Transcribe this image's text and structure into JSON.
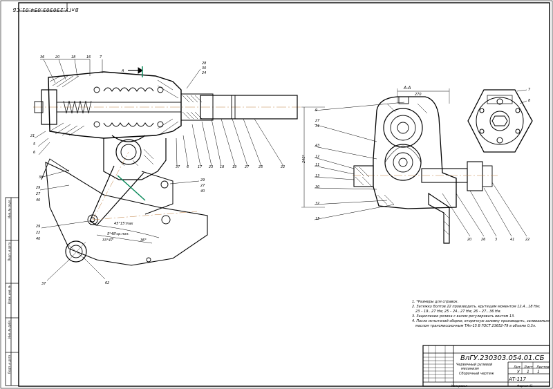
{
  "header": {
    "doc_code_rotated": "ВлГУ.230303.054.01.СБ"
  },
  "title_block": {
    "code": "ВлГУ.230303.054.01.СБ",
    "title_line1": "Червячный рулевой",
    "title_line2": "механизм",
    "title_line3": "Сборочный чертеж",
    "lit_label": "Лит.",
    "sheet_label": "Лист",
    "sheets_label": "Листов",
    "lit_value": "У",
    "sheet_value": "1",
    "sheets_value": "1",
    "group": "АТ-117",
    "copied": "Копировал",
    "format": "Формат А1"
  },
  "notes": {
    "n1": "1. *Размеры для справок.",
    "n2": "2. Затяжку болтов 22 производить, крутящим моментом 12,4...18 Нм;",
    "n2b": "23 – 19...27 Нм; 25 – 24...27 Нм; 26 – 27...36 Нм.",
    "n3": "3. Зацепление ролика с валом регулировать винтом 13.",
    "n4": "4. После испытаний сборки, вторичную заливку производить, заливаемым",
    "n4b": "маслом трансмиссионным ТАп-15 В ГОСТ 23652-79 в объеме 0,3л."
  },
  "section": {
    "aa_label": "А-А",
    "dim_270": "270",
    "dim_240": "240*"
  },
  "angles": {
    "a1": "45°15'max",
    "a2": "5°48'ср.пол.",
    "a3": "33°47'",
    "a4": "36°"
  },
  "side_stamps": {
    "s1": "Инв. № подл.",
    "s2": "Подп. и дата",
    "s3": "Взам. инв. №",
    "s4": "Инв. № дубл.",
    "s5": "Подп. и дата"
  },
  "callouts_left": {
    "top": [
      "36",
      "20",
      "18",
      "16",
      "7"
    ],
    "right_top": [
      "28",
      "30",
      "24"
    ],
    "left_side": [
      "21",
      "5",
      "6",
      "38",
      "29",
      "27",
      "40",
      "29",
      "22",
      "40"
    ],
    "bottom_row": [
      "37",
      "6",
      "17",
      "23",
      "18",
      "19",
      "27",
      "25",
      "22"
    ],
    "right_mid": [
      "29",
      "27",
      "40"
    ],
    "bottom": [
      "37",
      "62"
    ],
    "section_label": "А"
  },
  "callouts_right": {
    "left_col": [
      "9",
      "27",
      "31",
      "43",
      "12",
      "11",
      "13",
      "30",
      "32",
      "15"
    ],
    "right_top": [
      "7",
      "8"
    ],
    "bottom_row": [
      "20",
      "26",
      "3",
      "41",
      "22"
    ]
  }
}
